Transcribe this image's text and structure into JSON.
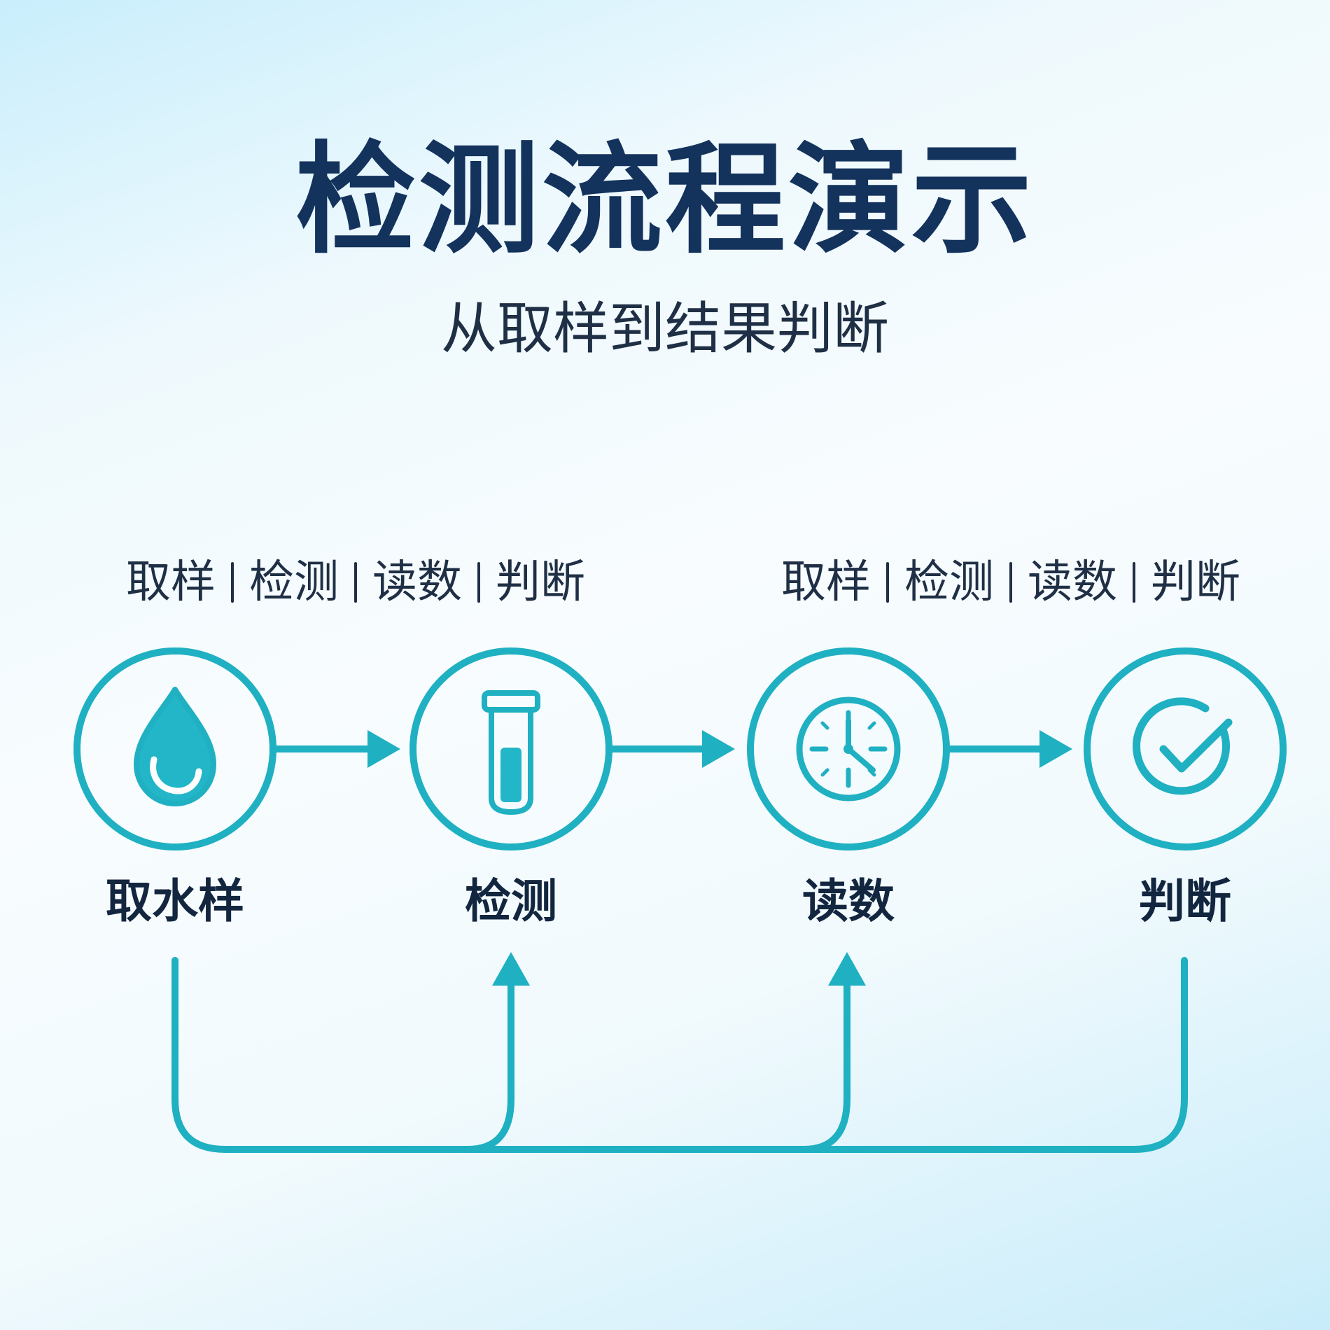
{
  "title": "检测流程演示",
  "subtitle": "从取样到结果判断",
  "tab_groups": [
    [
      "取样",
      "检测",
      "读数",
      "判断"
    ],
    [
      "取样",
      "检测",
      "读数",
      "判断"
    ]
  ],
  "steps": [
    {
      "label": "取水样",
      "icon": "water-drop-icon"
    },
    {
      "label": "检测",
      "icon": "test-tube-icon"
    },
    {
      "label": "读数",
      "icon": "clock-icon"
    },
    {
      "label": "判断",
      "icon": "checkmark-icon"
    }
  ],
  "colors": {
    "accent": "#1fb0c2",
    "title": "#13325c",
    "text": "#1f2f45"
  }
}
